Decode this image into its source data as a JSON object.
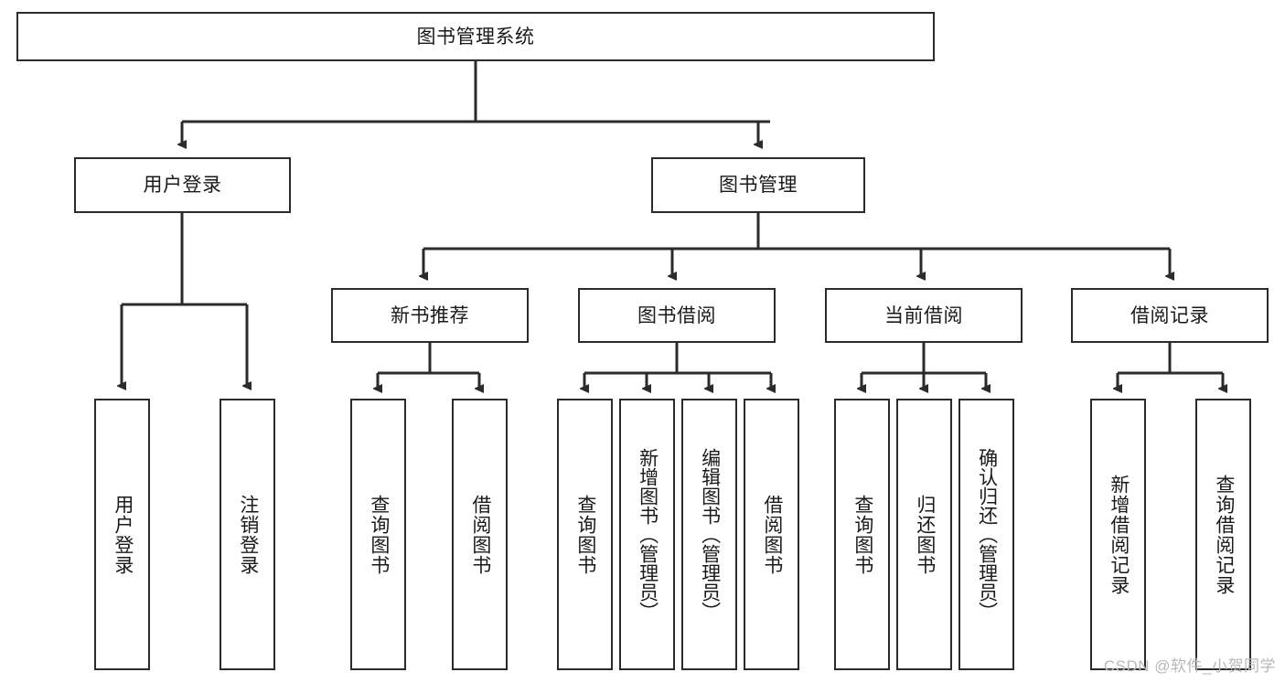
{
  "diagram": {
    "type": "tree",
    "title": "图书管理系统",
    "orientation": "top-down",
    "colors": {
      "box_border": "#2b2b2b",
      "box_fill": "#ffffff",
      "edge": "#2b2b2b",
      "text": "#1a1a1a",
      "watermark": "#b8b8b8"
    },
    "root": {
      "id": "root",
      "label": "图书管理系统",
      "text_orientation": "horizontal"
    },
    "level1": [
      {
        "id": "user-login",
        "label": "用户登录",
        "text_orientation": "horizontal"
      },
      {
        "id": "book-manage",
        "label": "图书管理",
        "text_orientation": "horizontal"
      }
    ],
    "level2": [
      {
        "id": "new-book-rec",
        "label": "新书推荐",
        "parent": "book-manage",
        "text_orientation": "horizontal"
      },
      {
        "id": "book-borrow",
        "label": "图书借阅",
        "parent": "book-manage",
        "text_orientation": "horizontal"
      },
      {
        "id": "current-borrow",
        "label": "当前借阅",
        "parent": "book-manage",
        "text_orientation": "horizontal"
      },
      {
        "id": "borrow-record",
        "label": "借阅记录",
        "parent": "book-manage",
        "text_orientation": "horizontal"
      }
    ],
    "leaves": [
      {
        "id": "leaf-user-login",
        "label": "用户登录",
        "parent": "user-login",
        "text_orientation": "vertical"
      },
      {
        "id": "leaf-logout",
        "label": "注销登录",
        "parent": "user-login",
        "text_orientation": "vertical"
      },
      {
        "id": "leaf-query-book-rec",
        "label": "查询图书",
        "parent": "new-book-rec",
        "text_orientation": "vertical"
      },
      {
        "id": "leaf-borrow-book-rec",
        "label": "借阅图书",
        "parent": "new-book-rec",
        "text_orientation": "vertical"
      },
      {
        "id": "leaf-query-book-borrow",
        "label": "查询图书",
        "parent": "book-borrow",
        "text_orientation": "vertical"
      },
      {
        "id": "leaf-add-book",
        "label": "新增图书（管理员）",
        "parent": "book-borrow",
        "text_orientation": "vertical"
      },
      {
        "id": "leaf-edit-book",
        "label": "编辑图书（管理员）",
        "parent": "book-borrow",
        "text_orientation": "vertical"
      },
      {
        "id": "leaf-borrow-book",
        "label": "借阅图书",
        "parent": "book-borrow",
        "text_orientation": "vertical"
      },
      {
        "id": "leaf-query-book-current",
        "label": "查询图书",
        "parent": "current-borrow",
        "text_orientation": "vertical"
      },
      {
        "id": "leaf-return-book",
        "label": "归还图书",
        "parent": "current-borrow",
        "text_orientation": "vertical"
      },
      {
        "id": "leaf-confirm-return",
        "label": "确认归还（管理员）",
        "parent": "current-borrow",
        "text_orientation": "vertical"
      },
      {
        "id": "leaf-add-record",
        "label": "新增借阅记录",
        "parent": "borrow-record",
        "text_orientation": "vertical"
      },
      {
        "id": "leaf-query-record",
        "label": "查询借阅记录",
        "parent": "borrow-record",
        "text_orientation": "vertical"
      }
    ]
  },
  "watermark": {
    "text": "CSDN @软件_小贺同学"
  }
}
